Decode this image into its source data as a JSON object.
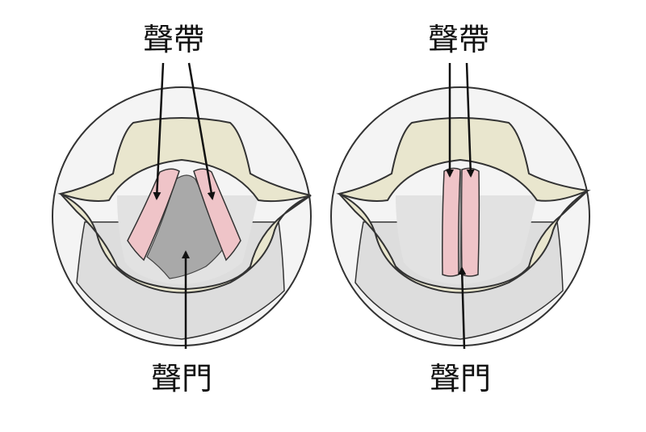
{
  "diagram": {
    "left_panel": {
      "state": "open",
      "top_label": "聲帶",
      "bottom_label": "聲門"
    },
    "right_panel": {
      "state": "closed",
      "top_label": "聲帶",
      "bottom_label": "聲門"
    }
  },
  "colors": {
    "circle_fill": "#f4f4f4",
    "circle_stroke": "#333333",
    "cartilage_fill": "#e9e6ce",
    "cartilage_stroke": "#333333",
    "trachea_fill": "#dddddd",
    "glottis_fill": "#a9a9a9",
    "vocal_fold_fill": "#efc4c8",
    "arrow_color": "#111111"
  }
}
